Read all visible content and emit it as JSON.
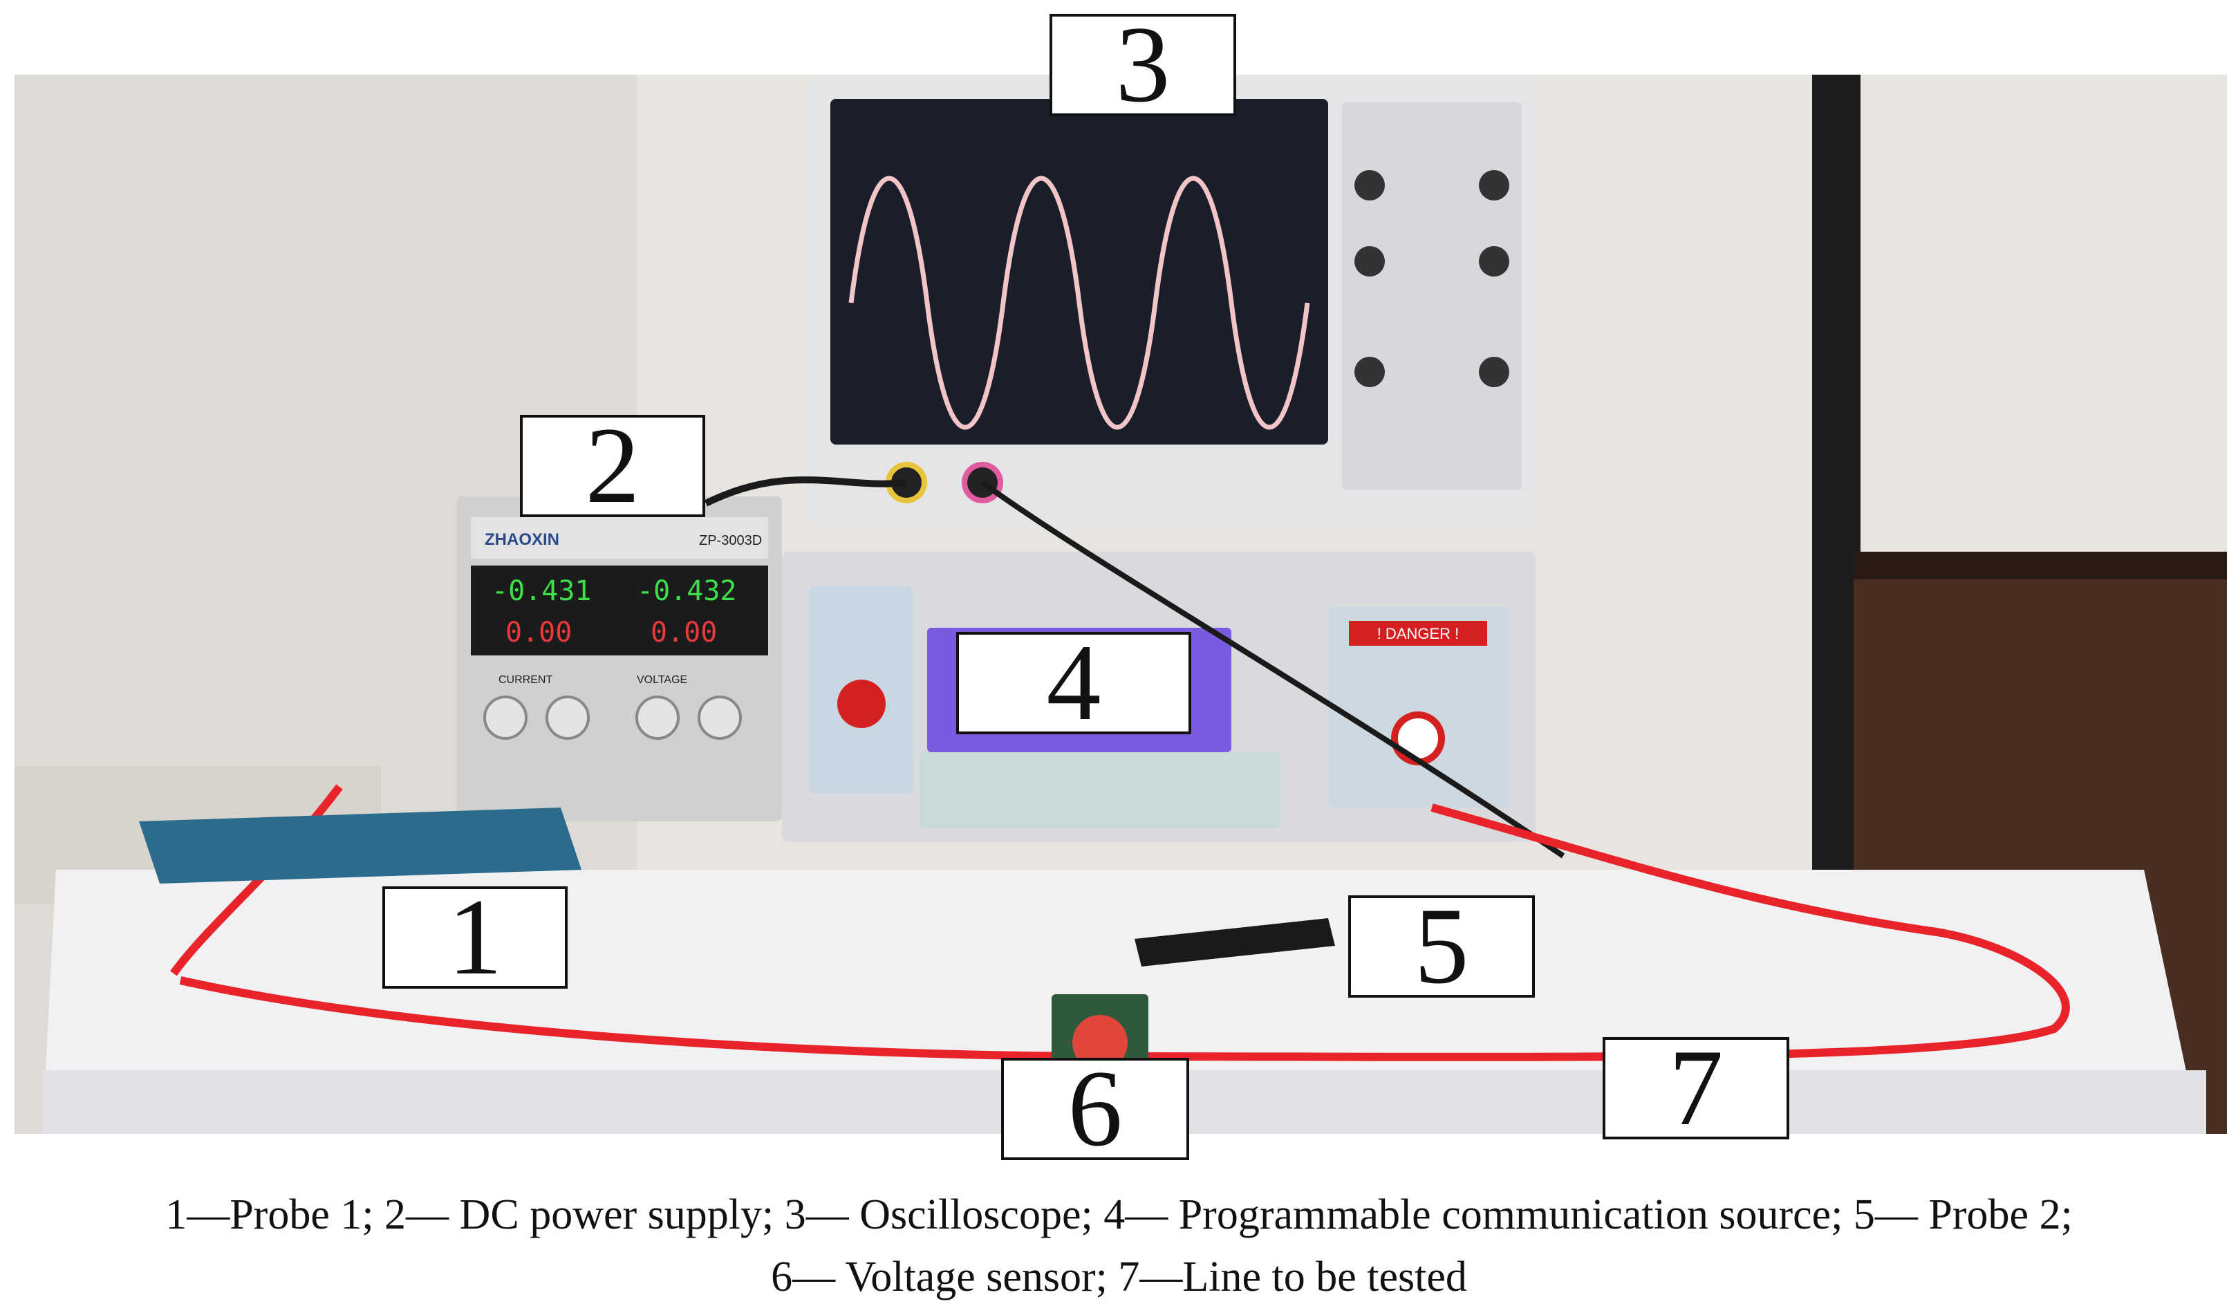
{
  "labels": [
    {
      "id": "1",
      "text": "1"
    },
    {
      "id": "2",
      "text": "2"
    },
    {
      "id": "3",
      "text": "3"
    },
    {
      "id": "4",
      "text": "4"
    },
    {
      "id": "5",
      "text": "5"
    },
    {
      "id": "6",
      "text": "6"
    },
    {
      "id": "7",
      "text": "7"
    }
  ],
  "caption": {
    "line1": "1—Probe 1; 2— DC power supply; 3— Oscilloscope; 4— Programmable communication source; 5— Probe 2;",
    "line2": "6— Voltage sensor; 7—Line to be tested"
  },
  "device_text": {
    "psu_brand": "ZHAOXIN",
    "psu_model": "ZP-3003D",
    "psu_display_1": "-0.431",
    "psu_display_2": "-0.432",
    "psu_display_3": "0.00",
    "psu_display_4": "0.00",
    "psu_current_label": "CURRENT",
    "psu_voltage_label": "VOLTAGE",
    "danger_label": "! DANGER !"
  },
  "colors": {
    "waveform": "#f2c6c8",
    "scope_screen": "#1a1e2a",
    "probe_red": "#e8242a",
    "danger_red": "#d42020",
    "psu_display": "#3de04a"
  }
}
